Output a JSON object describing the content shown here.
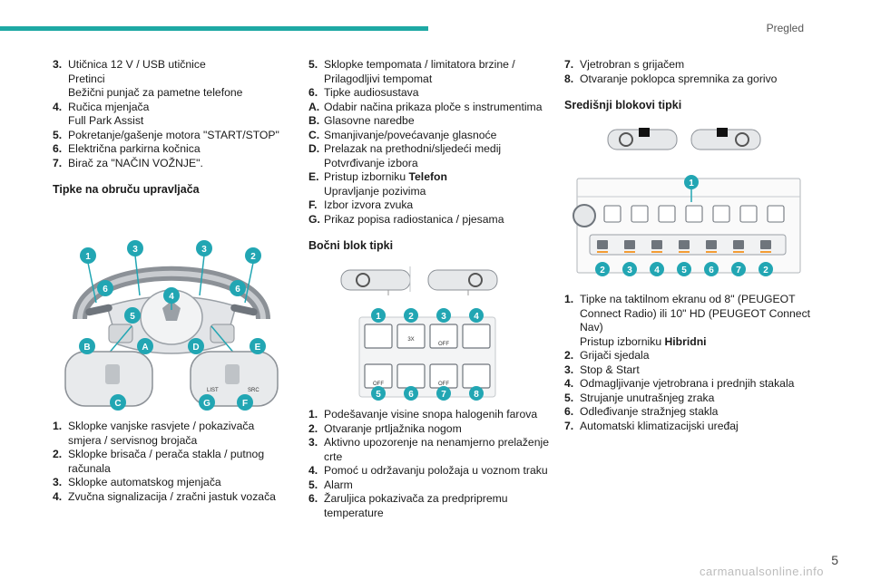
{
  "header": {
    "section": "Pregled"
  },
  "col1": {
    "items_top": [
      {
        "k": "3.",
        "lines": [
          "Utičnica 12 V / USB utičnice",
          "Pretinci",
          "Bežični punjač za pametne telefone"
        ]
      },
      {
        "k": "4.",
        "lines": [
          "Ručica mjenjača",
          "Full Park Assist"
        ]
      },
      {
        "k": "5.",
        "lines": [
          "Pokretanje/gašenje motora \"START/STOP\""
        ]
      },
      {
        "k": "6.",
        "lines": [
          "Električna parkirna kočnica"
        ]
      },
      {
        "k": "7.",
        "lines": [
          "Birač za \"NAČIN VOŽNJE\"."
        ]
      }
    ],
    "heading": "Tipke na obruču upravljača",
    "figure_labels": {
      "n1": "1",
      "n2": "2",
      "n3a": "3",
      "n3b": "3",
      "n4": "4",
      "n5": "5",
      "n6a": "6",
      "n6b": "6",
      "A": "A",
      "B": "B",
      "C": "C",
      "D": "D",
      "E": "E",
      "F": "F",
      "G": "G",
      "list": "LIST",
      "src": "SRC"
    },
    "items_bottom": [
      {
        "k": "1.",
        "lines": [
          "Sklopke vanjske rasvjete / pokazivača smjera / servisnog brojača"
        ]
      },
      {
        "k": "2.",
        "lines": [
          "Sklopke brisača / perača stakla / putnog računala"
        ]
      },
      {
        "k": "3.",
        "lines": [
          "Sklopke automatskog mjenjača"
        ]
      },
      {
        "k": "4.",
        "lines": [
          "Zvučna signalizacija / zračni jastuk vozača"
        ]
      }
    ]
  },
  "col2": {
    "items_top": [
      {
        "k": "5.",
        "lines": [
          "Sklopke tempomata / limitatora brzine /",
          "Prilagodljivi tempomat"
        ]
      },
      {
        "k": "6.",
        "lines": [
          "Tipke audiosustava"
        ]
      },
      {
        "k": "A.",
        "lines": [
          "Odabir načina prikaza ploče s instrumentima"
        ]
      },
      {
        "k": "B.",
        "lines": [
          "Glasovne naredbe"
        ]
      },
      {
        "k": "C.",
        "lines": [
          "Smanjivanje/povećavanje glasnoće"
        ]
      },
      {
        "k": "D.",
        "lines": [
          "Prelazak na prethodni/sljedeći medij",
          "Potvrđivanje izbora"
        ]
      },
      {
        "k": "E.",
        "lines_rich": {
          "pre": "Pristup izborniku ",
          "bold": "Telefon"
        },
        "lines": [
          "Upravljanje pozivima"
        ]
      },
      {
        "k": "F.",
        "lines": [
          "Izbor izvora zvuka"
        ]
      },
      {
        "k": "G.",
        "lines": [
          "Prikaz popisa radiostanica / pjesama"
        ]
      }
    ],
    "heading": "Bočni blok tipki",
    "figure_labels": {
      "n1": "1",
      "n2": "2",
      "n3": "3",
      "n4": "4",
      "n5": "5",
      "n6": "6",
      "n7": "7",
      "n8": "8",
      "t3x": "3X",
      "toff1": "OFF",
      "toff2": "OFF",
      "toff3": "OFF"
    },
    "items_bottom": [
      {
        "k": "1.",
        "lines": [
          "Podešavanje visine snopa halogenih farova"
        ]
      },
      {
        "k": "2.",
        "lines": [
          "Otvaranje prtljažnika nogom"
        ]
      },
      {
        "k": "3.",
        "lines": [
          "Aktivno upozorenje na nenamjerno prelaženje crte"
        ]
      },
      {
        "k": "4.",
        "lines": [
          "Pomoć u održavanju položaja u voznom traku"
        ]
      },
      {
        "k": "5.",
        "lines": [
          "Alarm"
        ]
      },
      {
        "k": "6.",
        "lines": [
          "Žaruljica pokazivača za predpripremu temperature"
        ]
      }
    ]
  },
  "col3": {
    "items_top": [
      {
        "k": "7.",
        "lines": [
          "Vjetrobran s grijačem"
        ]
      },
      {
        "k": "8.",
        "lines": [
          "Otvaranje poklopca spremnika za gorivo"
        ]
      }
    ],
    "heading": "Središnji blokovi tipki",
    "figure_labels": {
      "n1": "1",
      "n2a": "2",
      "n2b": "2",
      "n3": "3",
      "n4": "4",
      "n5": "5",
      "n6": "6",
      "n7": "7"
    },
    "items_bottom": [
      {
        "k": "1.",
        "lines": [
          "Tipke na taktilnom ekranu od 8\" (PEUGEOT Connect Radio) ili 10\" HD (PEUGEOT Connect Nav)"
        ],
        "rich": {
          "pre": "Pristup izborniku ",
          "bold": "Hibridni"
        }
      },
      {
        "k": "2.",
        "lines": [
          "Grijači sjedala"
        ]
      },
      {
        "k": "3.",
        "lines": [
          "Stop & Start"
        ]
      },
      {
        "k": "4.",
        "lines": [
          "Odmagljivanje vjetrobrana i prednjih stakala"
        ]
      },
      {
        "k": "5.",
        "lines": [
          "Strujanje unutrašnjeg zraka"
        ]
      },
      {
        "k": "6.",
        "lines": [
          "Odleđivanje stražnjeg stakla"
        ]
      },
      {
        "k": "7.",
        "lines": [
          "Automatski klimatizacijski uređaj"
        ]
      }
    ]
  },
  "footer": {
    "page": "5",
    "watermark": "carmanualsonline.info"
  },
  "colors": {
    "accent": "#1ea9a4",
    "callout": "#22a6b3",
    "panel": "#3a4a55"
  }
}
